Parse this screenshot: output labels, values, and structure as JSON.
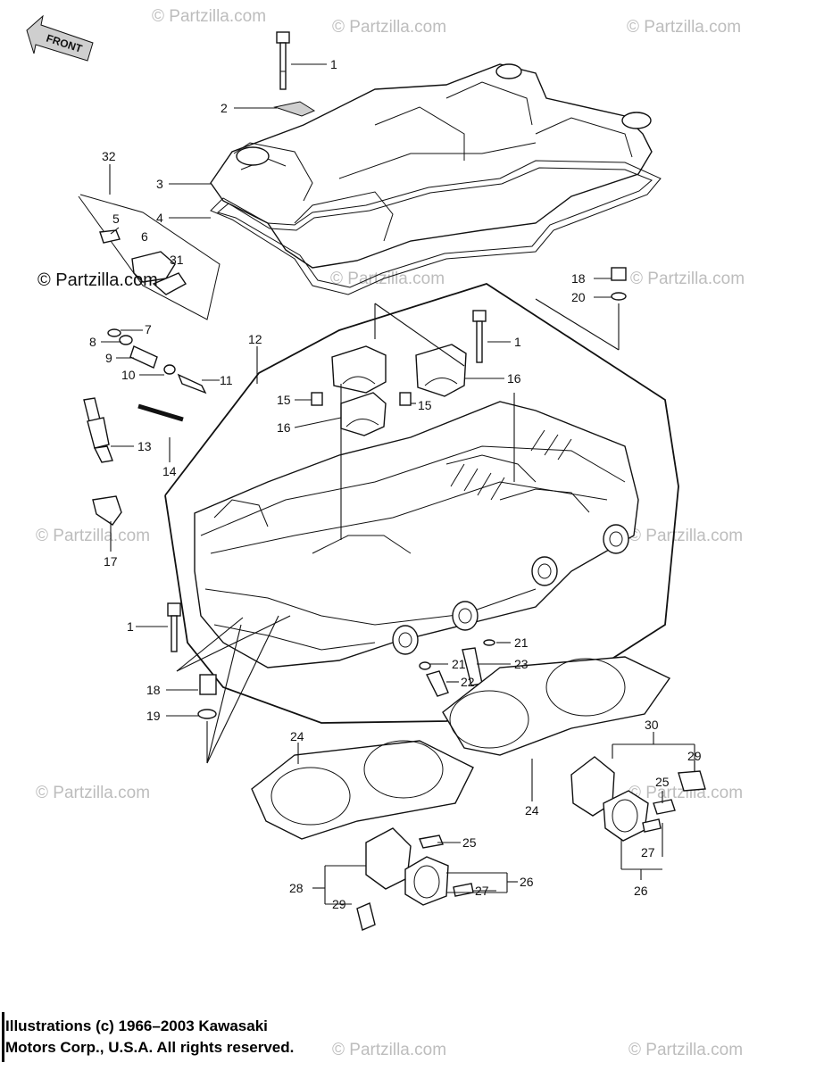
{
  "front_arrow_label": "FRONT",
  "watermarks": {
    "strong": "© Partzilla.com",
    "faint": "© Partzilla.com"
  },
  "copyright": {
    "line1": "Illustrations (c) 1966–2003 Kawasaki",
    "line2": "Motors Corp., U.S.A.  All rights reserved."
  },
  "callouts": {
    "c1_top": "1",
    "c2": "2",
    "c3": "3",
    "c4": "4",
    "c32": "32",
    "c5": "5",
    "c6": "6",
    "c31": "31",
    "c18_top": "18",
    "c20": "20",
    "c7": "7",
    "c8": "8",
    "c9": "9",
    "c10": "10",
    "c11": "11",
    "c12": "12",
    "c1_mid": "1",
    "c16_a": "16",
    "c15_a": "15",
    "c15_b": "15",
    "c16_b": "16",
    "c13": "13",
    "c14": "14",
    "c17": "17",
    "c1_low": "1",
    "c21_a": "21",
    "c21_b": "21",
    "c23": "23",
    "c22": "22",
    "c18_low": "18",
    "c19": "19",
    "c30": "30",
    "c29_a": "29",
    "c24_a": "24",
    "c25_a": "25",
    "c24_b": "24",
    "c27_a": "27",
    "c25_b": "25",
    "c26_a": "26",
    "c28": "28",
    "c27_b": "27",
    "c26_b": "26",
    "c29_b": "29"
  },
  "colors": {
    "line": "#111111",
    "watermark": "#bdbdbd",
    "background": "#ffffff"
  }
}
